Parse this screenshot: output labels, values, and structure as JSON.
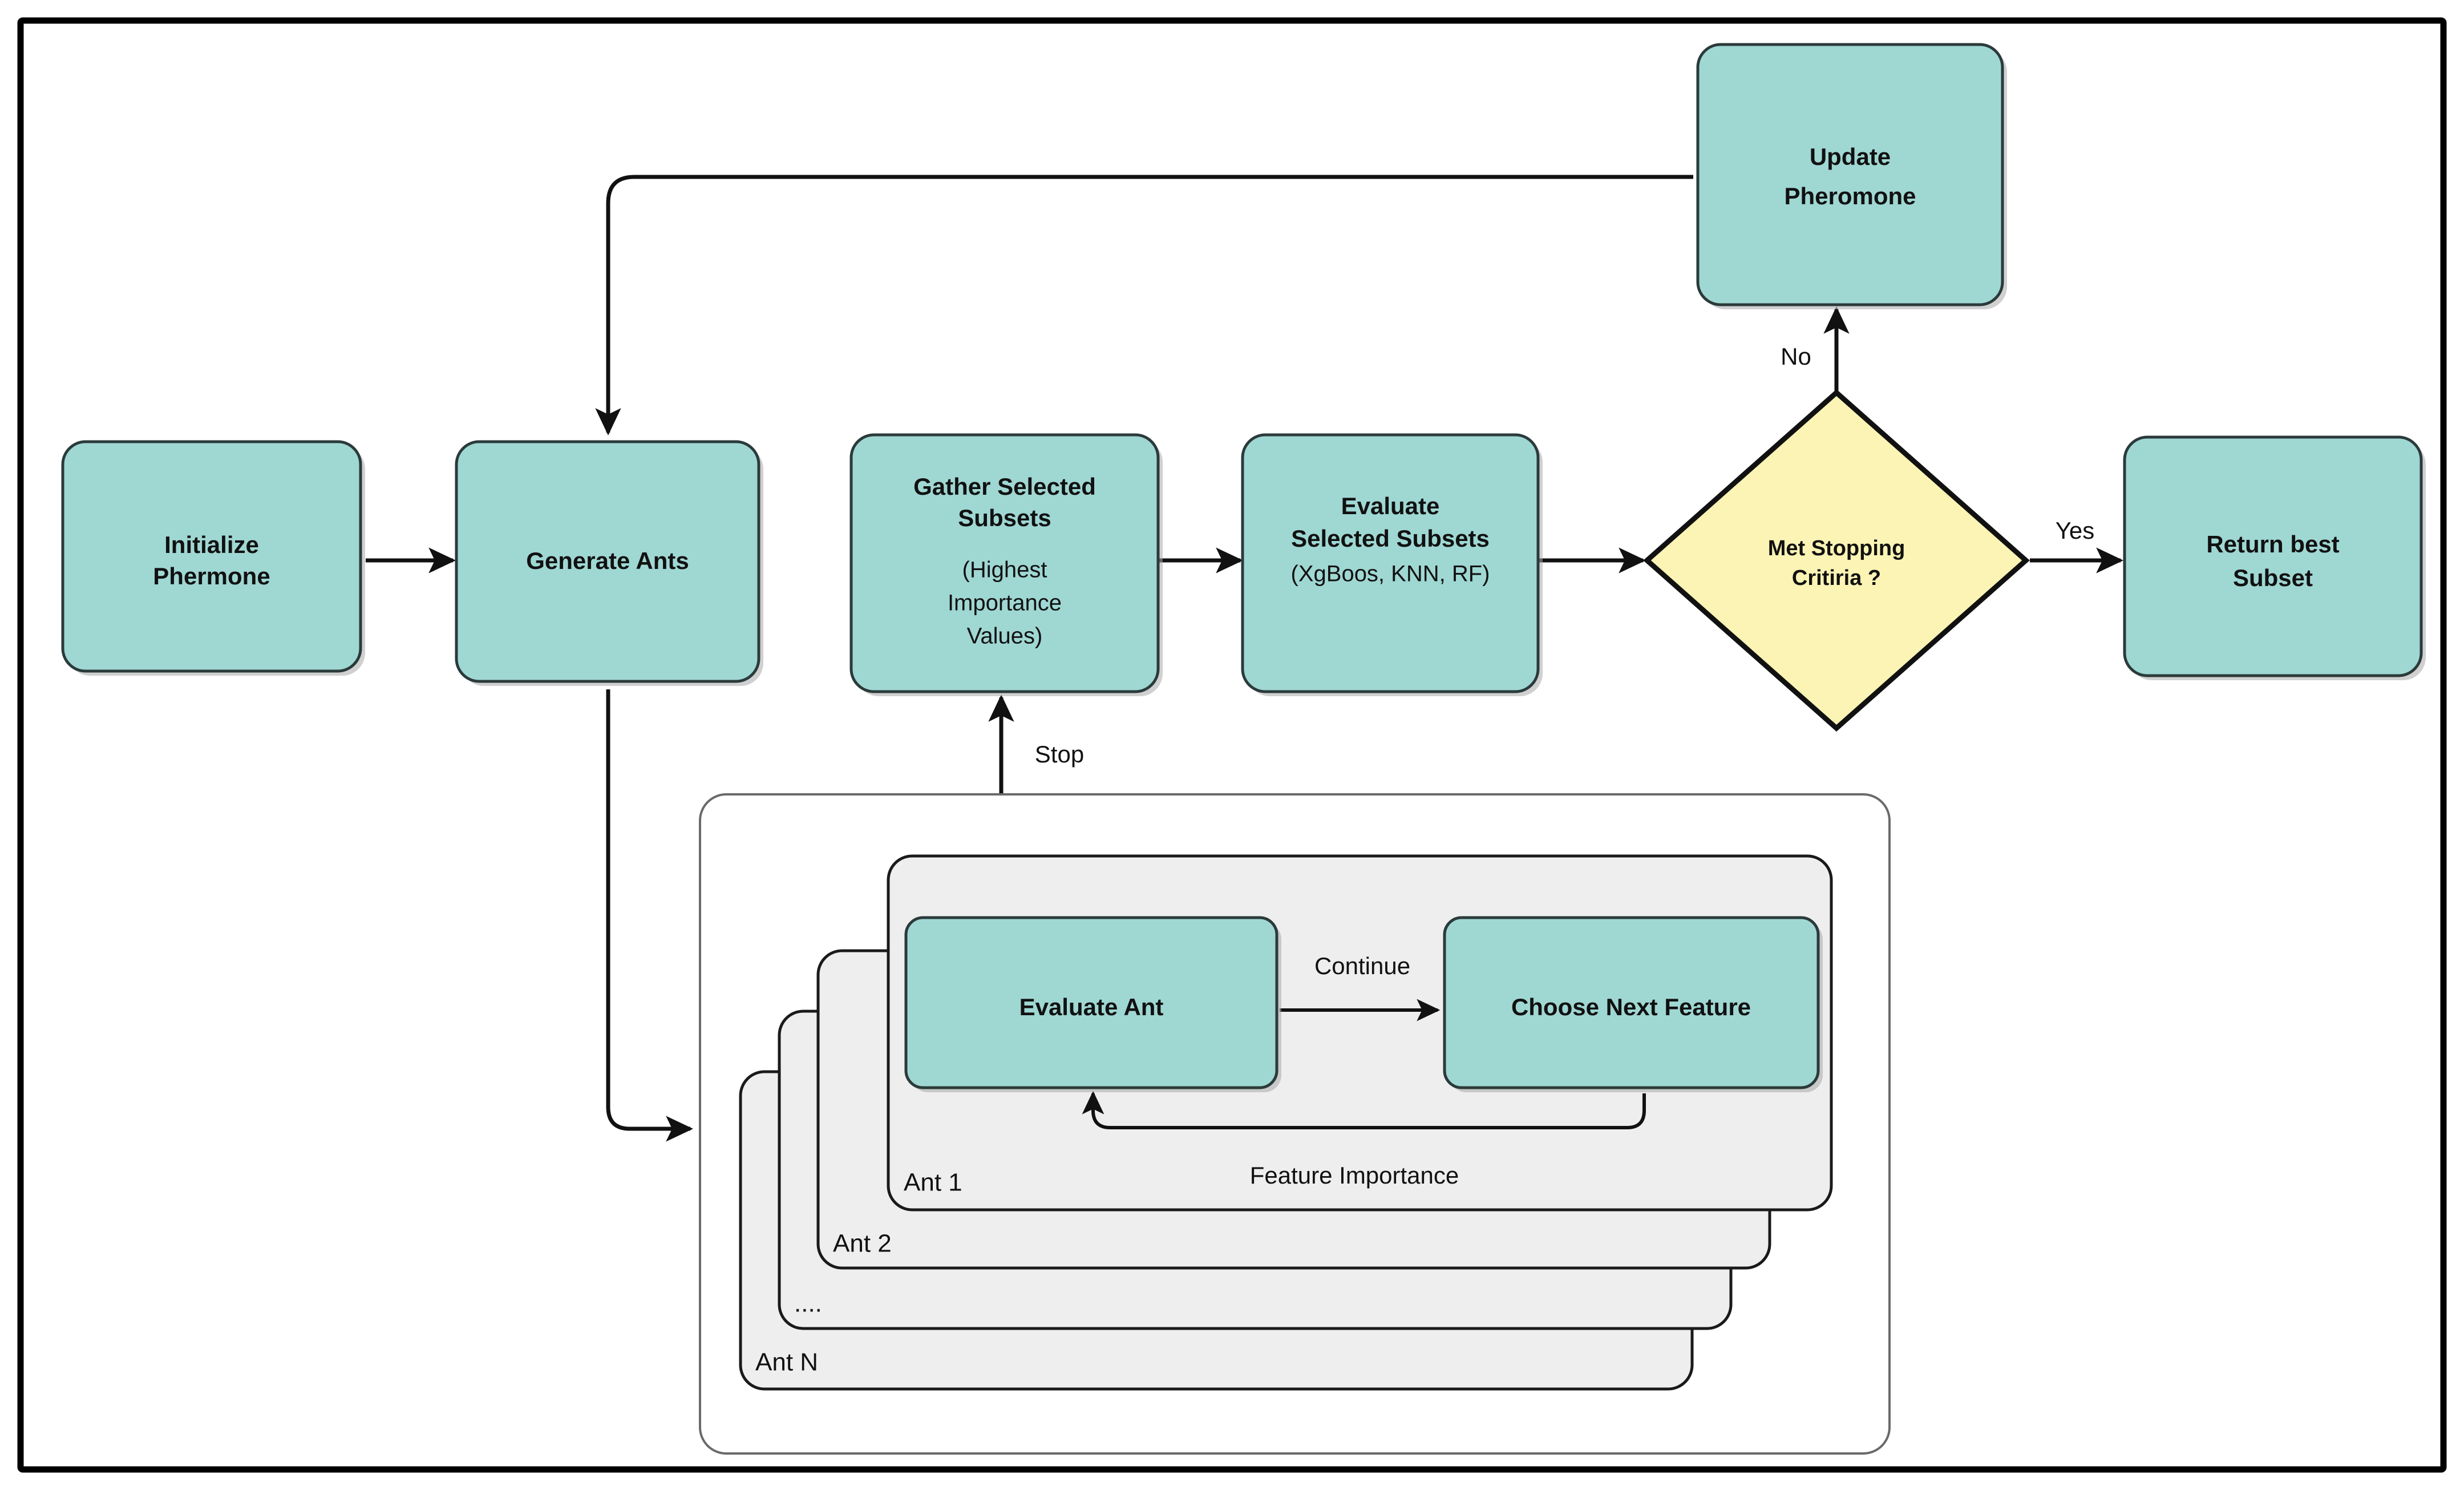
{
  "diagram": {
    "title": "Ant Colony Optimization Feature Selection Flowchart",
    "colors": {
      "node_fill": "#9fd7d3",
      "decision_fill": "#fbf4b4",
      "card_fill": "#eeeeee",
      "group_fill": "#ffffff",
      "stroke": "#111111",
      "background": "#ffffff"
    }
  },
  "nodes": {
    "initialize_pheromone": {
      "line1": "Initialize",
      "line2": "Phermone"
    },
    "generate_ants": {
      "line1": "Generate Ants"
    },
    "gather_selected_subsets": {
      "line1": "Gather Selected",
      "line2": "Subsets",
      "sub1": "(Highest",
      "sub2": "Importance",
      "sub3": "Values)"
    },
    "evaluate_selected_subsets": {
      "line1": "Evaluate",
      "line2": "Selected Subsets",
      "sub1": "(XgBoos, KNN, RF)"
    },
    "met_stopping_criteria": {
      "line1": "Met Stopping",
      "line2": "Critiria ?"
    },
    "update_pheromone": {
      "line1": "Update",
      "line2": "Pheromone"
    },
    "return_best_subset": {
      "line1": "Return best",
      "line2": "Subset"
    },
    "evaluate_ant": {
      "line1": "Evaluate Ant"
    },
    "choose_next_feature": {
      "line1": "Choose Next Feature"
    }
  },
  "ant_cards": [
    {
      "label": "Ant N"
    },
    {
      "label": "...."
    },
    {
      "label": "Ant 2"
    },
    {
      "label": "Ant 1"
    }
  ],
  "edge_labels": {
    "no": "No",
    "yes": "Yes",
    "stop": "Stop",
    "continue": "Continue",
    "feature_importance": "Feature Importance"
  }
}
